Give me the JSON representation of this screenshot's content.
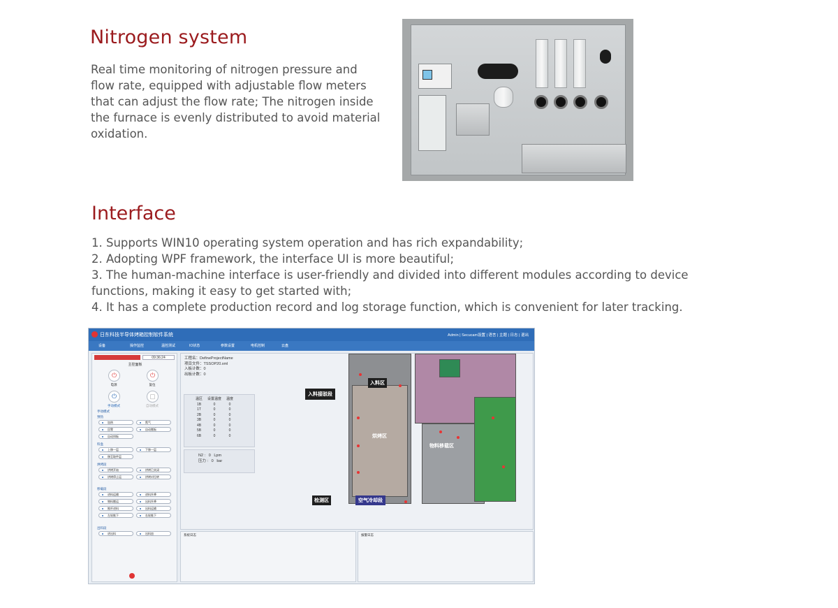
{
  "sections": {
    "nitrogen": {
      "heading": "Nitrogen system",
      "lines": [
        "Real time monitoring of nitrogen pressure and",
        "flow rate, equipped with adjustable flow meters",
        "that can adjust the flow rate; The nitrogen inside",
        "the furnace is evenly distributed to avoid material",
        "oxidation."
      ]
    },
    "interface": {
      "heading": "Interface",
      "lines": [
        "1. Supports WIN10 operating system operation and has rich expandability;",
        "2. Adopting WPF framework, the interface UI is more beautiful;",
        "3. The human-machine interface is user-friendly and divided into different modules according to device",
        "functions, making it easy to get started with;",
        "4. It has a complete production record and log storage function, which is convenient for later tracking."
      ]
    }
  },
  "app": {
    "title": "日东科技半导体烤箱控制软件系统",
    "menu": "Admin | Secucam设置 | 语言 | 主题 | 日志 | 退出",
    "toolbar": [
      "设备",
      "操作监控",
      "温控测试",
      "IO状态",
      "参数设置",
      "电机控制",
      "云盘"
    ],
    "clock": "09:36:24",
    "panel_title": "主控面板",
    "power_labels": [
      "电源",
      "复位",
      "手动模式",
      "自动模式"
    ],
    "groups": [
      {
        "title": "手动模式",
        "items": []
      },
      {
        "title": "预热",
        "items": [
          "加热",
          "氮气",
          "回零",
          "自动搬板",
          "自动排板"
        ]
      },
      {
        "title": "料盒",
        "items": [
          "上移一层",
          "下移一层",
          "移至取件层"
        ]
      },
      {
        "title": "烘烤段",
        "items": [
          "烘烤开始",
          "烘烤已关闭",
          "烘烤停止运",
          "烘烤对位转"
        ]
      },
      {
        "title": "移载段",
        "items": [
          "进料运输",
          "进料升降",
          "物料搬运",
          "出料升降",
          "推杆进料",
          "出料运输",
          "左轮推下",
          "右轮推下"
        ]
      },
      {
        "title": "出料段",
        "items": [
          "进出料",
          "出料皿"
        ]
      }
    ],
    "info": [
      "工程名：DefineProjectName",
      "项目文件：TSSOP20.xml",
      "入板计数：0",
      "出板计数：0"
    ],
    "zone_table": {
      "headers": [
        "温区",
        "设置温度",
        "温度"
      ],
      "rows": [
        [
          "1B",
          "0",
          "0"
        ],
        [
          "1T",
          "0",
          "0"
        ],
        [
          "2B",
          "0",
          "0"
        ],
        [
          "3B",
          "0",
          "0"
        ],
        [
          "4B",
          "0",
          "0"
        ],
        [
          "5B",
          "0",
          "0"
        ],
        [
          "6B",
          "0",
          "0"
        ]
      ]
    },
    "n2": {
      "label_flow": "N2 :",
      "flow": "0",
      "flow_unit": "Lpm",
      "label_pressure": "压力 :",
      "pressure": "0",
      "pressure_unit": "bar"
    },
    "zones": [
      "入料接驳段",
      "入料区",
      "烘烤区",
      "物料移载区",
      "检测区",
      "空气冷却段"
    ],
    "logs": [
      "系统日志",
      "报警日志"
    ]
  }
}
